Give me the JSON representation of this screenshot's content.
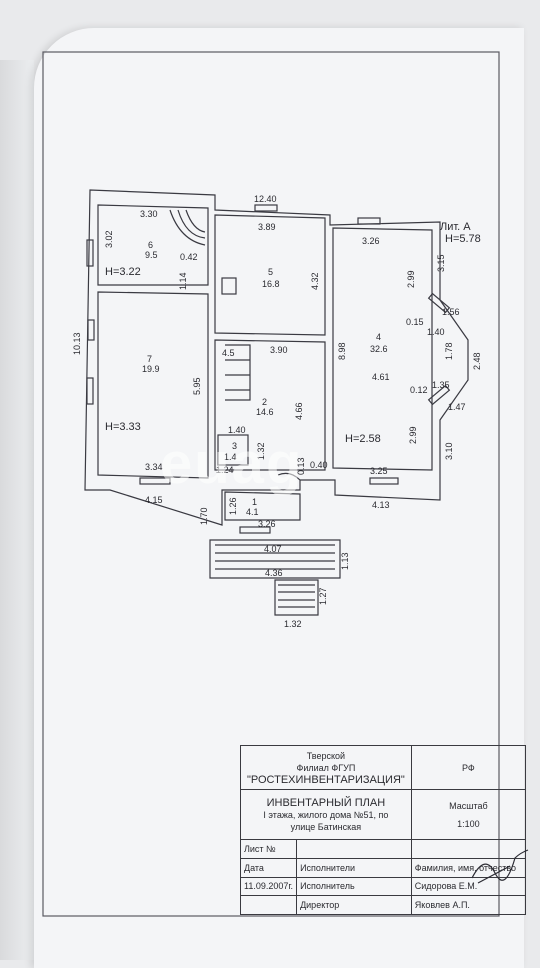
{
  "plan": {
    "lit": "Лит. А",
    "height_total": "H=5.78",
    "rooms": [
      {
        "num": "6",
        "area": "9.5"
      },
      {
        "num": "5",
        "area": "16.8"
      },
      {
        "num": "4",
        "area": "32.6"
      },
      {
        "num": "7",
        "area": "19.9"
      },
      {
        "num": "2",
        "area": "14.6"
      },
      {
        "num": "3",
        "area": "1.4"
      },
      {
        "num": "1",
        "area": "4.1"
      }
    ],
    "heights": {
      "room6": "H=3.22",
      "room7": "H=3.33",
      "room4": "H=2.58"
    },
    "dims": {
      "top_total": "12.40",
      "d330": "3.30",
      "d389": "3.89",
      "d326a": "3.26",
      "d302": "3.02",
      "d042": "0.42",
      "d114": "1.14",
      "d432": "4.32",
      "d299a": "2.99",
      "d315": "3.15",
      "d156": "1.56",
      "d015": "0.15",
      "d140": "1.40",
      "d1013": "10.13",
      "d45": "4.5",
      "d390": "3.90",
      "d898": "8.98",
      "d178": "1.78",
      "d248": "2.48",
      "d595": "5.95",
      "d461": "4.61",
      "d012": "0.12",
      "d135": "1.35",
      "d147": "1.47",
      "d466": "4.66",
      "d140b": "1.40",
      "d132": "1.32",
      "d299b": "2.99",
      "d124": "1.24",
      "d013": "0.13",
      "d040": "0.40",
      "d310": "3.10",
      "d334": "3.34",
      "d325": "3.25",
      "d415": "4.15",
      "d413": "4.13",
      "d170": "1.70",
      "d126": "1.26",
      "d326b": "3.26",
      "d407": "4.07",
      "d436": "4.36",
      "d113": "1.13",
      "d127": "1.27",
      "d132b": "1.32"
    }
  },
  "stamp": {
    "org_line1": "Тверской",
    "org_line2": "Филиал ФГУП",
    "org_line3": "\"РОСТЕХИНВЕНТАРИЗАЦИЯ\"",
    "rf": "РФ",
    "title": "ИНВЕНТАРНЫЙ ПЛАН",
    "subtitle1": "I этажа, жилого дома №51, по",
    "subtitle2": "улице Батинская",
    "scale_label": "Масштаб",
    "scale_value": "1:100",
    "sheet_label": "Лист №",
    "date_label": "Дата",
    "executors": "Исполнители",
    "fio": "Фамилия, имя, отчество",
    "date_value": "11.09.2007г.",
    "executor": "Исполнитель",
    "executor_name": "Сидорова Е.М.",
    "director": "Директор",
    "director_name": "Яковлев А.П."
  },
  "watermark": "euag"
}
